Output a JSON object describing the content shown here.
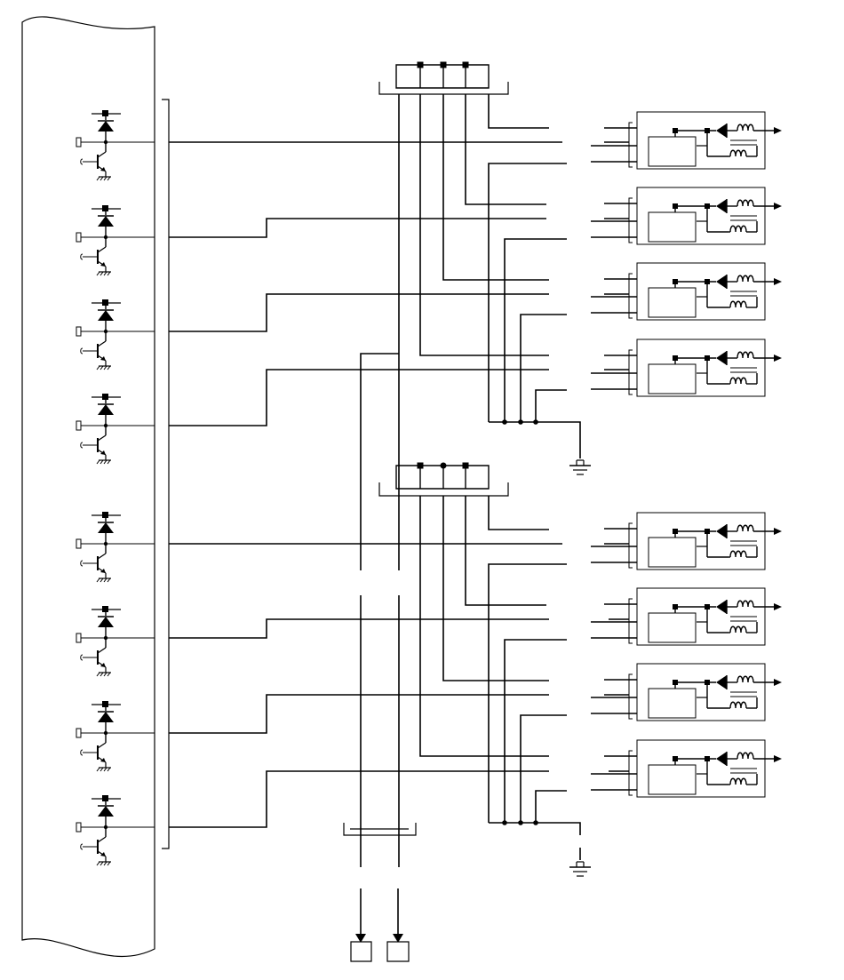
{
  "diagram": {
    "kind": "wiring-schematic",
    "text_labels": [],
    "colors": {
      "background": "#ffffff",
      "ink": "#000000"
    },
    "left_panel": {
      "channels": 8
    },
    "connector_groups": [
      {
        "id": "upper",
        "signal_lines": 8,
        "loads": 4
      },
      {
        "id": "lower",
        "signal_lines": 8,
        "loads": 4
      }
    ],
    "load_module": {
      "parts": [
        "module-box",
        "diode",
        "coil",
        "coil"
      ]
    },
    "ground_symbols": 2,
    "output_terminals": 2
  }
}
